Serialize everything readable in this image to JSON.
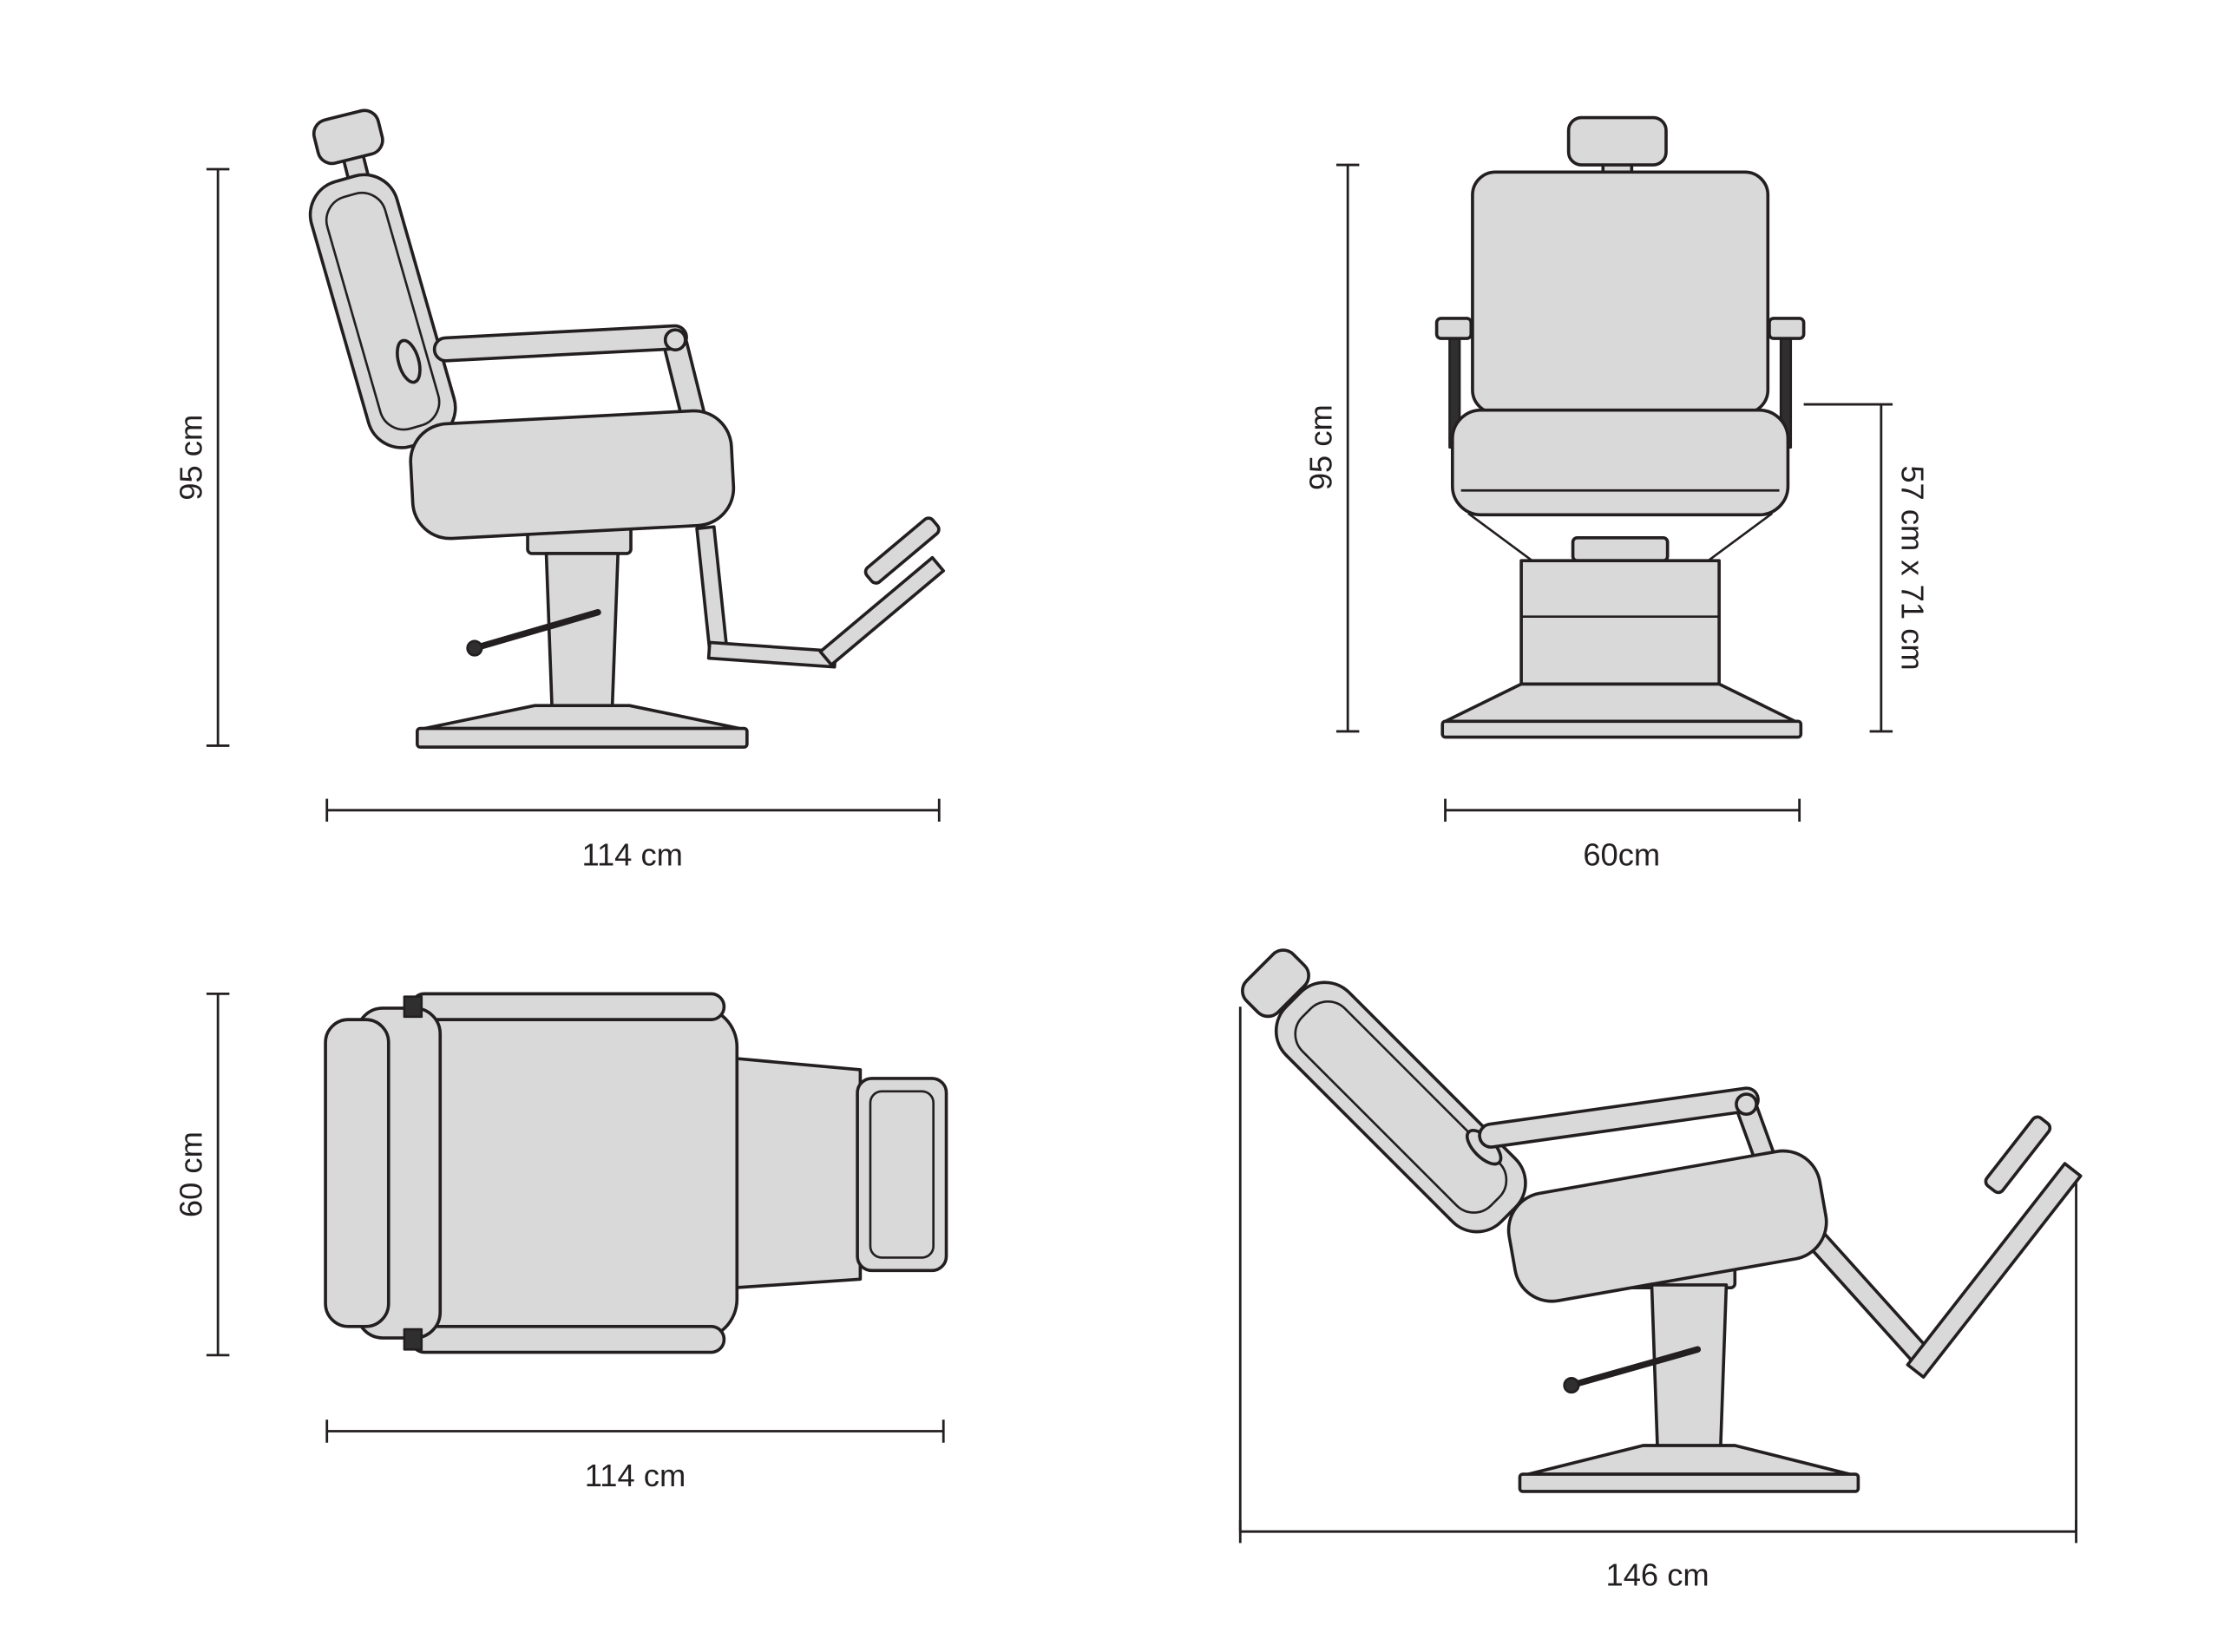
{
  "diagram": {
    "side_view": {
      "height": "95 cm",
      "width": "114 cm"
    },
    "front_view": {
      "height": "95 cm",
      "width": "60cm",
      "seat": "57 cm x 71 cm"
    },
    "top_view": {
      "depth": "60 cm",
      "width": "114 cm"
    },
    "reclined_view": {
      "length": "146 cm"
    }
  },
  "colors": {
    "chair_fill": "#d9d9d9",
    "outline": "#231f20",
    "background": "#ffffff"
  }
}
